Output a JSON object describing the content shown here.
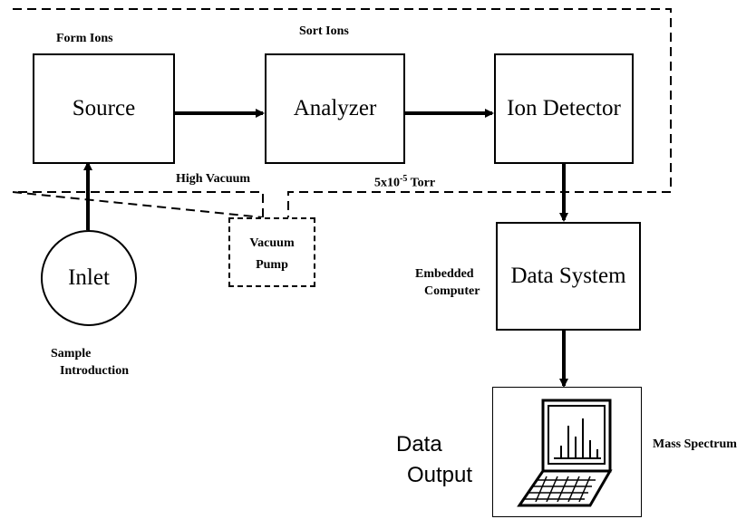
{
  "stages": {
    "source": {
      "label": "Source",
      "caption": "Form Ions"
    },
    "analyzer": {
      "label": "Analyzer",
      "caption": "Sort Ions"
    },
    "detector": {
      "label": "Ion Detector"
    }
  },
  "vacuum": {
    "label": "High Vacuum",
    "pressure_base": "5x10",
    "pressure_exp": "-5",
    "pressure_unit": " Torr",
    "pump_line1": "Vacuum",
    "pump_line2": "Pump"
  },
  "inlet": {
    "label": "Inlet",
    "caption_line1": "Sample",
    "caption_line2": "Introduction"
  },
  "data_system": {
    "label": "Data System",
    "caption_line1": "Embedded",
    "caption_line2": "Computer"
  },
  "output": {
    "line1": "Data",
    "line2": "Output",
    "caption": "Mass Spectrum",
    "icon": "computer-icon"
  }
}
